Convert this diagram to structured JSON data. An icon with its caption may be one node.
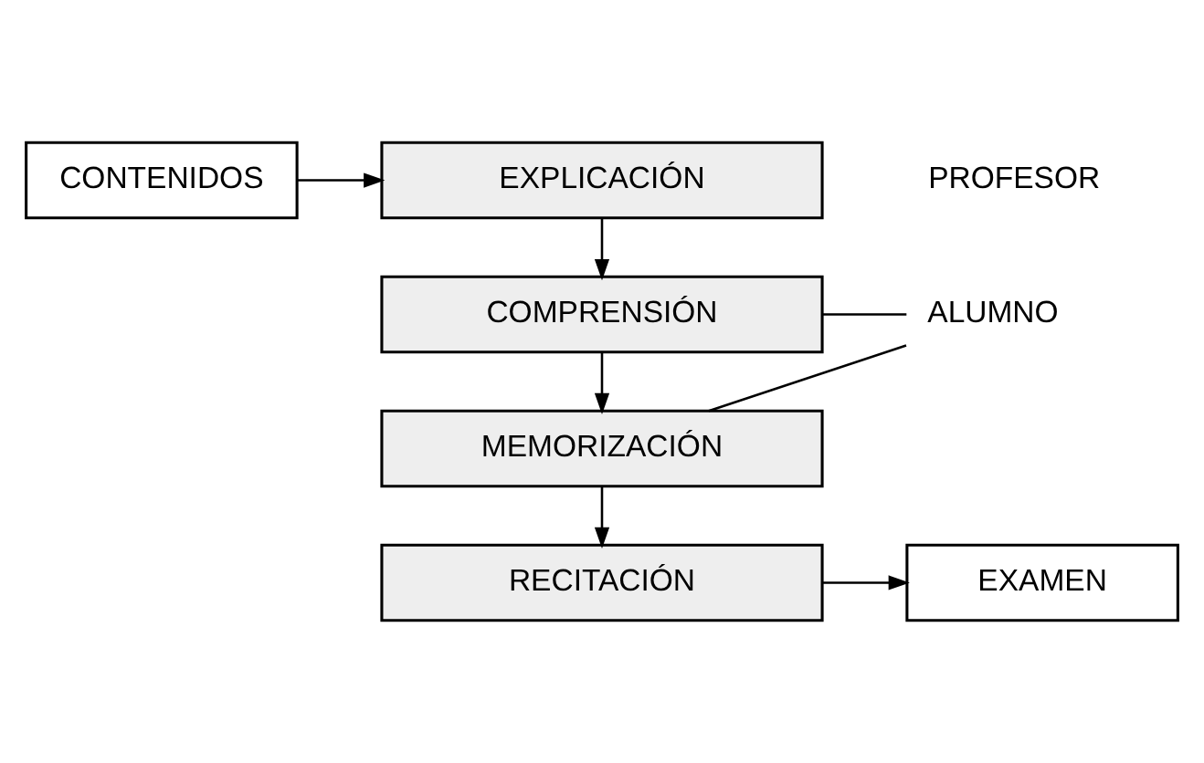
{
  "diagram": {
    "nodes": [
      {
        "text": [
          "CONTENIDOS"
        ]
      },
      {
        "text": [
          "EXPLICACIÓN"
        ]
      },
      {
        "text": [
          "COMPRENSIÓN"
        ]
      },
      {
        "text": [
          "MEMORIZACIÓN"
        ]
      },
      {
        "text": [
          "RECITACIÓN"
        ]
      },
      {
        "text": [
          "EXAMEN"
        ]
      },
      {
        "text": [
          "ALUMNO"
        ]
      }
    ],
    "edges": [
      {
        "from": 0,
        "to": 1,
        "arrow": "to"
      },
      {
        "from": 1,
        "to": 2,
        "arrow": "to"
      },
      {
        "from": 2,
        "to": 3,
        "arrow": "to"
      },
      {
        "from": 3,
        "to": 4,
        "arrow": "to"
      },
      {
        "from": 4,
        "to": 5,
        "arrow": "to"
      },
      {
        "from": 2,
        "to": 6,
        "arrow": "none"
      },
      {
        "from": 3,
        "to": 6,
        "arrow": "none"
      }
    ],
    "labels": [
      "PROFESOR"
    ]
  }
}
